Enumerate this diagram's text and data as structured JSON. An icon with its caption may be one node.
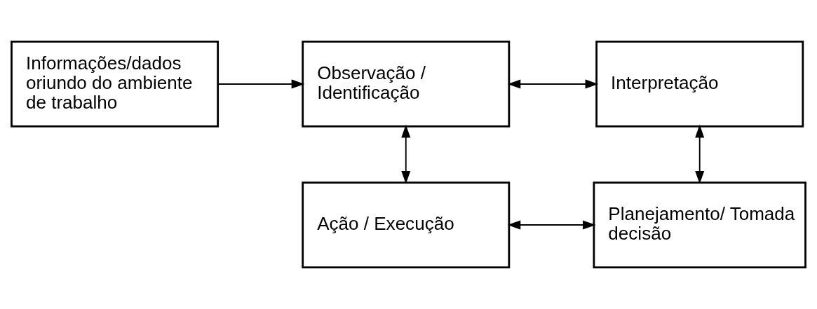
{
  "diagram": {
    "nodes": [
      {
        "text": [
          "Informações/dados oriundo do ambiente de trabalho"
        ]
      },
      {
        "text": [
          "Observação / Identificação"
        ]
      },
      {
        "text": [
          "Interpretação"
        ]
      },
      {
        "text": [
          "Ação / Execução"
        ]
      },
      {
        "text": [
          "Planejamento/ Tomada decisão"
        ]
      }
    ],
    "edges": [
      {
        "from": 0,
        "to": 1,
        "arrow": "to"
      },
      {
        "from": 1,
        "to": 2,
        "arrow": "both"
      },
      {
        "from": 1,
        "to": 3,
        "arrow": "both"
      },
      {
        "from": 2,
        "to": 4,
        "arrow": "both"
      },
      {
        "from": 3,
        "to": 4,
        "arrow": "both"
      }
    ]
  }
}
